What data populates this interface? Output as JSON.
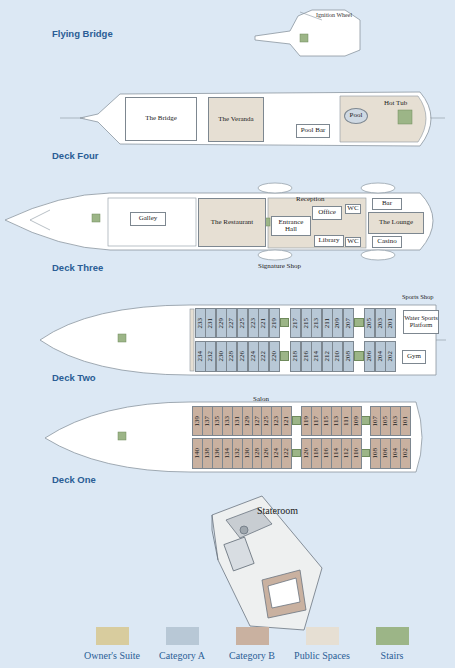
{
  "diagram": {
    "nodes": [
      {
        "text": [
          "The Bridge"
        ]
      },
      {
        "text": [
          "The Veranda"
        ]
      },
      {
        "text": [
          "Pool Bar"
        ]
      },
      {
        "text": [
          "Pool"
        ]
      },
      {
        "text": [
          "Galley"
        ]
      },
      {
        "text": [
          "The Restaurant"
        ]
      },
      {
        "text": [
          "Office"
        ]
      },
      {
        "text": [
          "Entrance Hall"
        ]
      },
      {
        "text": [
          "WC"
        ]
      },
      {
        "text": [
          "WC"
        ]
      },
      {
        "text": [
          "Library"
        ]
      },
      {
        "text": [
          "Bar"
        ]
      },
      {
        "text": [
          "The Lounge"
        ]
      },
      {
        "text": [
          "Casino"
        ]
      },
      {
        "text": [
          "Water Sports Platform"
        ]
      },
      {
        "text": [
          "Gym"
        ]
      },
      {
        "text": [
          "233"
        ]
      },
      {
        "text": [
          "231"
        ]
      },
      {
        "text": [
          "229"
        ]
      },
      {
        "text": [
          "227"
        ]
      },
      {
        "text": [
          "225"
        ]
      },
      {
        "text": [
          "223"
        ]
      },
      {
        "text": [
          "221"
        ]
      },
      {
        "text": [
          "219"
        ]
      },
      {
        "text": [
          "217"
        ]
      },
      {
        "text": [
          "215"
        ]
      },
      {
        "text": [
          "213"
        ]
      },
      {
        "text": [
          "211"
        ]
      },
      {
        "text": [
          "209"
        ]
      },
      {
        "text": [
          "207"
        ]
      },
      {
        "text": [
          "205"
        ]
      },
      {
        "text": [
          "203"
        ]
      },
      {
        "text": [
          "201"
        ]
      },
      {
        "text": [
          "234"
        ]
      },
      {
        "text": [
          "232"
        ]
      },
      {
        "text": [
          "230"
        ]
      },
      {
        "text": [
          "228"
        ]
      },
      {
        "text": [
          "226"
        ]
      },
      {
        "text": [
          "224"
        ]
      },
      {
        "text": [
          "222"
        ]
      },
      {
        "text": [
          "220"
        ]
      },
      {
        "text": [
          "218"
        ]
      },
      {
        "text": [
          "216"
        ]
      },
      {
        "text": [
          "214"
        ]
      },
      {
        "text": [
          "212"
        ]
      },
      {
        "text": [
          "210"
        ]
      },
      {
        "text": [
          "208"
        ]
      },
      {
        "text": [
          "206"
        ]
      },
      {
        "text": [
          "204"
        ]
      },
      {
        "text": [
          "202"
        ]
      },
      {
        "text": [
          "139"
        ]
      },
      {
        "text": [
          "137"
        ]
      },
      {
        "text": [
          "135"
        ]
      },
      {
        "text": [
          "133"
        ]
      },
      {
        "text": [
          "131"
        ]
      },
      {
        "text": [
          "129"
        ]
      },
      {
        "text": [
          "127"
        ]
      },
      {
        "text": [
          "125"
        ]
      },
      {
        "text": [
          "123"
        ]
      },
      {
        "text": [
          "121"
        ]
      },
      {
        "text": [
          "119"
        ]
      },
      {
        "text": [
          "117"
        ]
      },
      {
        "text": [
          "115"
        ]
      },
      {
        "text": [
          "113"
        ]
      },
      {
        "text": [
          "111"
        ]
      },
      {
        "text": [
          "109"
        ]
      },
      {
        "text": [
          "107"
        ]
      },
      {
        "text": [
          "105"
        ]
      },
      {
        "text": [
          "103"
        ]
      },
      {
        "text": [
          "101"
        ]
      },
      {
        "text": [
          "140"
        ]
      },
      {
        "text": [
          "138"
        ]
      },
      {
        "text": [
          "136"
        ]
      },
      {
        "text": [
          "134"
        ]
      },
      {
        "text": [
          "132"
        ]
      },
      {
        "text": [
          "130"
        ]
      },
      {
        "text": [
          "128"
        ]
      },
      {
        "text": [
          "126"
        ]
      },
      {
        "text": [
          "124"
        ]
      },
      {
        "text": [
          "122"
        ]
      },
      {
        "text": [
          "120"
        ]
      },
      {
        "text": [
          "118"
        ]
      },
      {
        "text": [
          "116"
        ]
      },
      {
        "text": [
          "114"
        ]
      },
      {
        "text": [
          "112"
        ]
      },
      {
        "text": [
          "110"
        ]
      },
      {
        "text": [
          "108"
        ]
      },
      {
        "text": [
          "106"
        ]
      },
      {
        "text": [
          "104"
        ]
      },
      {
        "text": [
          "102"
        ]
      }
    ],
    "labels": [
      "Flying Bridge",
      "Ignition Wheel",
      "Deck Four",
      "Hot Tub",
      "Deck Three",
      "Reception",
      "Signature Shop",
      "Deck Two",
      "Sports Shop",
      "Deck One",
      "Salon",
      "Stateroom"
    ],
    "legend": [
      {
        "text": "Owner's Suite",
        "color": "#d8cc9e"
      },
      {
        "text": "Category A",
        "color": "#b8c8d6"
      },
      {
        "text": "Category B",
        "color": "#c9b1a0"
      },
      {
        "text": "Public Spaces",
        "color": "#e6dfd3"
      },
      {
        "text": "Stairs",
        "color": "#9cb587"
      }
    ]
  }
}
